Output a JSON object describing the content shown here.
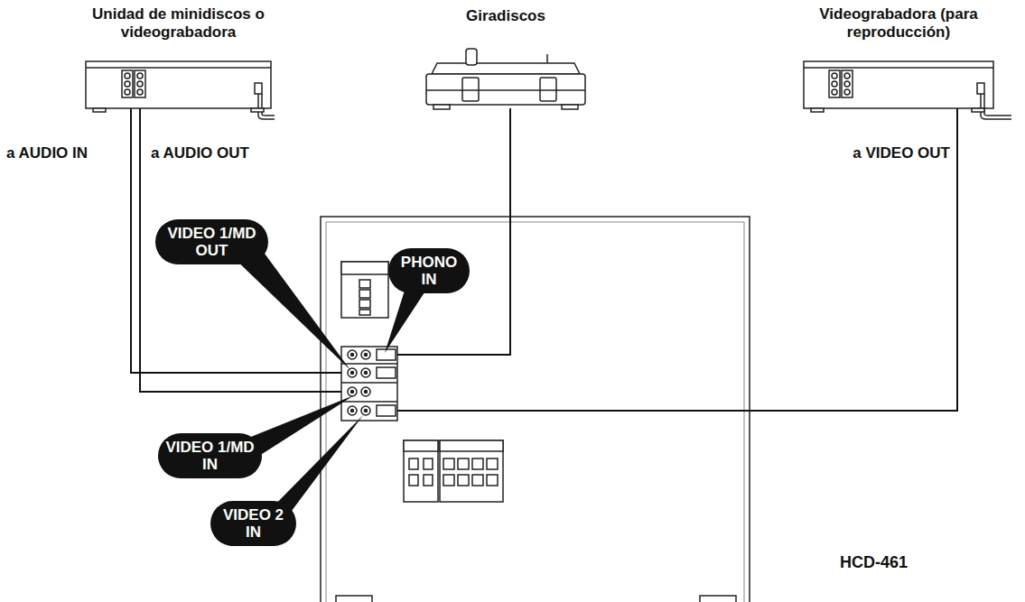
{
  "diagram": {
    "nodes": [
      {
        "text": [
          "Unidad de minidiscos o videograbadora"
        ]
      },
      {
        "text": [
          "Giradiscos"
        ]
      },
      {
        "text": [
          "Videograbadora (para reproducción)"
        ]
      },
      {
        "text": [
          "HCD-461"
        ]
      },
      {
        "text": [
          "VIDEO 1/MD OUT"
        ],
        "in": 3
      },
      {
        "text": [
          "PHONO IN"
        ],
        "in": 3
      },
      {
        "text": [
          "VIDEO 1/MD IN"
        ],
        "in": 3
      },
      {
        "text": [
          "VIDEO 2 IN"
        ],
        "in": 3
      }
    ],
    "edges": [
      {
        "from": 0,
        "to": 3,
        "arrow": "none",
        "label": "a AUDIO IN"
      },
      {
        "from": 0,
        "to": 3,
        "arrow": "none",
        "label": "a AUDIO OUT"
      },
      {
        "from": 1,
        "to": 3,
        "arrow": "none"
      },
      {
        "from": 2,
        "to": 3,
        "arrow": "none",
        "label": "a VIDEO OUT"
      }
    ]
  }
}
